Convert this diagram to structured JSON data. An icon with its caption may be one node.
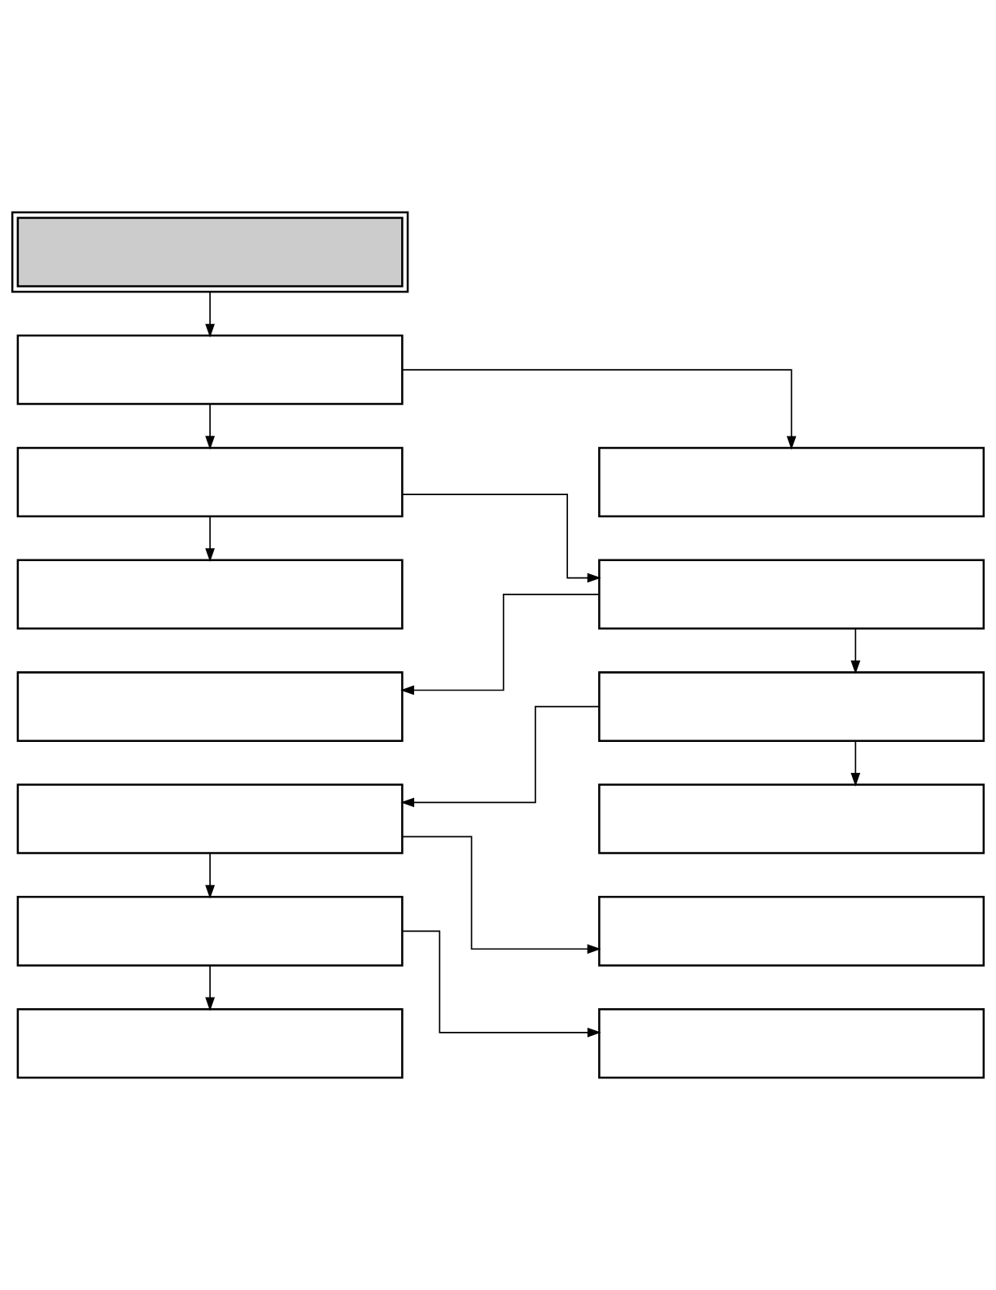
{
  "diagram": {
    "nodes": [
      {
        "text": [],
        "shape": "box"
      },
      {
        "text": [],
        "shape": "box"
      },
      {
        "text": [],
        "shape": "box"
      },
      {
        "text": [],
        "shape": "box"
      },
      {
        "text": [],
        "shape": "box"
      },
      {
        "text": [],
        "shape": "box"
      },
      {
        "text": [],
        "shape": "box"
      },
      {
        "text": [],
        "shape": "box"
      },
      {
        "text": [],
        "shape": "box"
      },
      {
        "text": [],
        "shape": "box"
      },
      {
        "text": [],
        "shape": "box"
      },
      {
        "text": [],
        "shape": "box"
      },
      {
        "text": [],
        "shape": "box"
      },
      {
        "text": [],
        "shape": "box"
      }
    ],
    "edges": [
      {
        "from": 0,
        "to": 1,
        "arrow": "to"
      },
      {
        "from": 1,
        "to": 2,
        "arrow": "to"
      },
      {
        "from": 1,
        "to": 3,
        "arrow": "to"
      },
      {
        "from": 2,
        "to": 4,
        "arrow": "to"
      },
      {
        "from": 2,
        "to": 5,
        "arrow": "to"
      },
      {
        "from": 5,
        "to": 6,
        "arrow": "to"
      },
      {
        "from": 5,
        "to": 7,
        "arrow": "to"
      },
      {
        "from": 7,
        "to": 8,
        "arrow": "to"
      },
      {
        "from": 7,
        "to": 9,
        "arrow": "to"
      },
      {
        "from": 8,
        "to": 10,
        "arrow": "to"
      },
      {
        "from": 8,
        "to": 11,
        "arrow": "to"
      },
      {
        "from": 10,
        "to": 12,
        "arrow": "to"
      },
      {
        "from": 10,
        "to": 13,
        "arrow": "to"
      }
    ]
  }
}
